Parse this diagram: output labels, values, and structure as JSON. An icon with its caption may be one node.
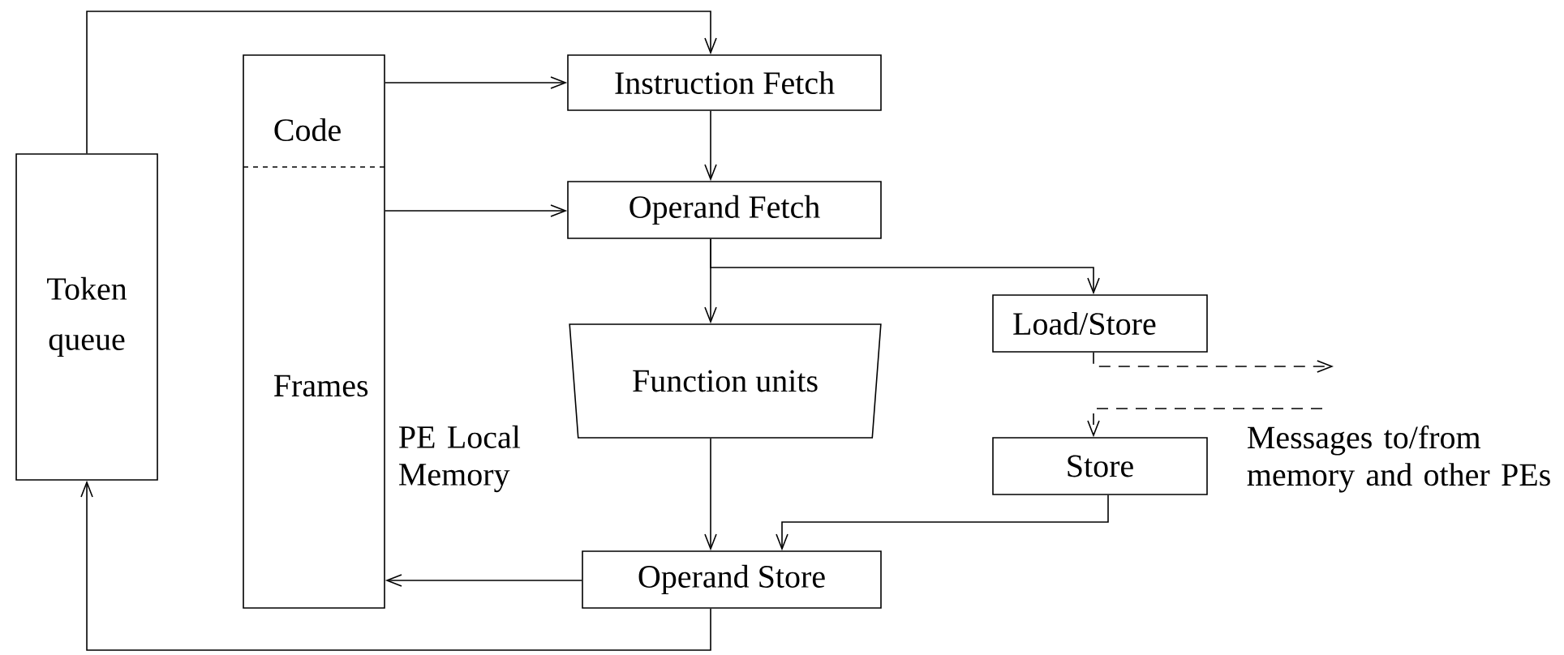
{
  "diagram": {
    "nodes": [
      {
        "text": [
          "Token queue"
        ]
      },
      {
        "text": [
          "Code",
          "Frames"
        ],
        "beside": [
          "PE Local Memory"
        ]
      },
      {
        "text": [
          "Instruction Fetch"
        ]
      },
      {
        "text": [
          "Operand Fetch"
        ]
      },
      {
        "text": [
          "Function units"
        ]
      },
      {
        "text": [
          "Load/Store"
        ]
      },
      {
        "text": [
          "Store"
        ]
      },
      {
        "text": [
          "Operand Store"
        ]
      }
    ],
    "edges": [
      {
        "from": 0,
        "to": 2,
        "arrow": "to"
      },
      {
        "from": 1,
        "to": 2,
        "arrow": "to"
      },
      {
        "from": 1,
        "to": 3,
        "arrow": "to"
      },
      {
        "from": 2,
        "to": 3,
        "arrow": "to"
      },
      {
        "from": 3,
        "to": 4,
        "arrow": "to"
      },
      {
        "from": 3,
        "to": 5,
        "arrow": "to"
      },
      {
        "from": 4,
        "to": 7,
        "arrow": "to"
      },
      {
        "from": 6,
        "to": 7,
        "arrow": "to"
      },
      {
        "from": 7,
        "to": 1,
        "arrow": "to"
      },
      {
        "from": 7,
        "to": 0,
        "arrow": "to"
      },
      {
        "from": 5,
        "to": null,
        "arrow": "to",
        "style": "dashed"
      },
      {
        "from": null,
        "to": 6,
        "arrow": "to",
        "style": "dashed"
      }
    ],
    "labels": [
      "Messages to/from memory and other PEs"
    ]
  }
}
